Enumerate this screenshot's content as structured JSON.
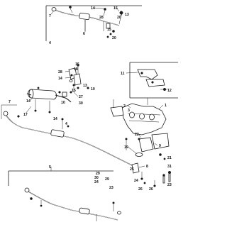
{
  "diagram": {
    "callouts": [
      {
        "id": "c-top-7",
        "text": "7"
      },
      {
        "id": "c-top-14",
        "text": "14"
      },
      {
        "id": "c-top-15",
        "text": "15"
      },
      {
        "id": "c-top-20",
        "text": "20"
      },
      {
        "id": "c-top-13",
        "text": "13"
      },
      {
        "id": "c-top-6",
        "text": "6"
      },
      {
        "id": "c-top-4",
        "text": "4"
      },
      {
        "id": "c-top-28",
        "text": "28"
      },
      {
        "id": "c-top-15b",
        "text": "15"
      },
      {
        "id": "c-top-20b",
        "text": "20"
      },
      {
        "id": "c-mid-16",
        "text": "16"
      },
      {
        "id": "c-mid-18",
        "text": "18"
      },
      {
        "id": "c-mid-28",
        "text": "28"
      },
      {
        "id": "c-mid-14",
        "text": "14"
      },
      {
        "id": "c-mid-13",
        "text": "13"
      },
      {
        "id": "c-mid-10",
        "text": "10"
      },
      {
        "id": "c-mid-15",
        "text": "15"
      },
      {
        "id": "c-mid-27",
        "text": "27"
      },
      {
        "id": "c-mid-30",
        "text": "30"
      },
      {
        "id": "c-mid-10b",
        "text": "10"
      },
      {
        "id": "c-inset-11",
        "text": "11"
      },
      {
        "id": "c-inset-12",
        "text": "12"
      },
      {
        "id": "c-left-14",
        "text": "14"
      },
      {
        "id": "c-left-17",
        "text": "17"
      },
      {
        "id": "c-left-14b",
        "text": "14"
      },
      {
        "id": "c-left-7",
        "text": "7"
      },
      {
        "id": "c-left-4",
        "text": "4"
      },
      {
        "id": "c-mani-2",
        "text": "2"
      },
      {
        "id": "c-mani-3",
        "text": "3"
      },
      {
        "id": "c-mani-1",
        "text": "1"
      },
      {
        "id": "c-mani-22",
        "text": "22"
      },
      {
        "id": "c-mani-19",
        "text": "19"
      },
      {
        "id": "c-mani-9",
        "text": "9"
      },
      {
        "id": "c-mani-21",
        "text": "21"
      },
      {
        "id": "c-mani-8",
        "text": "8"
      },
      {
        "id": "c-mani-25",
        "text": "25"
      },
      {
        "id": "c-mani-24",
        "text": "24"
      },
      {
        "id": "c-mani-26",
        "text": "26"
      },
      {
        "id": "c-mani-26b",
        "text": "26"
      },
      {
        "id": "c-mani-23",
        "text": "23"
      },
      {
        "id": "c-mani-31",
        "text": "31"
      },
      {
        "id": "c-bot-5",
        "text": "5"
      },
      {
        "id": "c-bot-29",
        "text": "29"
      },
      {
        "id": "c-bot-30",
        "text": "30"
      },
      {
        "id": "c-bot-24",
        "text": "24"
      },
      {
        "id": "c-bot-29b",
        "text": "29"
      },
      {
        "id": "c-bot-23",
        "text": "23"
      }
    ]
  }
}
